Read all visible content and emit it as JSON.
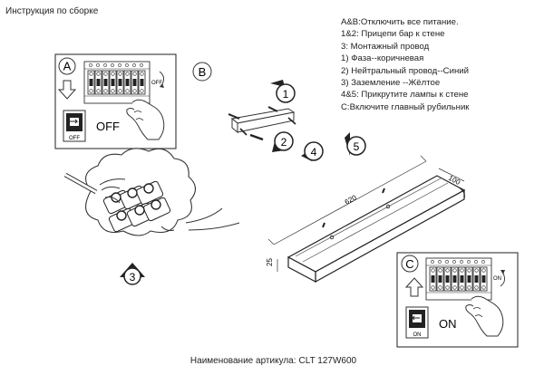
{
  "header": {
    "title": "Инструкция по сборке"
  },
  "instructions": [
    "A&B:Отключить все питание.",
    "1&2:  Прицепи бар к стене",
    "3:  Монтажный провод",
    "1)  Фаза--коричневая",
    "2)  Нейтральный провод--Синий",
    "3)  Заземление --Жёлтое",
    "4&5:  Прикрутите лампы к стене",
    "C:Включите главный рубильник"
  ],
  "panel_a": {
    "letter": "A",
    "switch_label": "OFF",
    "small_label": "OFF",
    "breaker_text": "OFF"
  },
  "panel_b": {
    "letter": "B"
  },
  "panel_c": {
    "letter": "C",
    "switch_label": "ON",
    "small_label": "ON",
    "breaker_text": "ON"
  },
  "steps": {
    "s1": "1",
    "s2": "2",
    "s3": "3",
    "s4": "4",
    "s5": "5"
  },
  "dimensions": {
    "length": "620",
    "width": "100",
    "height": "25"
  },
  "footer": {
    "label": "Наименование артикула:",
    "model": "CLT 127W600"
  }
}
